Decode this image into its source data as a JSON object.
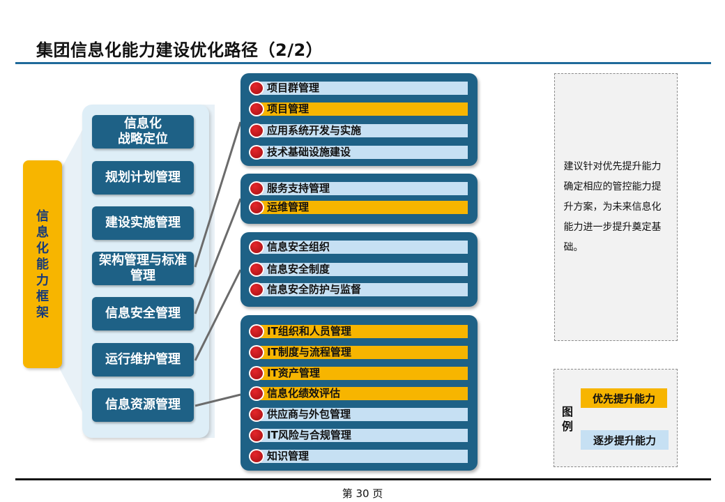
{
  "title": "集团信息化能力建设优化路径（2/2）",
  "framework_label": "信息化能力框架",
  "categories": [
    {
      "label": "信息化\n战略定位"
    },
    {
      "label": "规划计划管理"
    },
    {
      "label": "建设实施管理"
    },
    {
      "label": "架构管理与标准管理"
    },
    {
      "label": "信息安全管理"
    },
    {
      "label": "运行维护管理"
    },
    {
      "label": "信息资源管理"
    }
  ],
  "groups": [
    {
      "items": [
        {
          "label": "项目群管理",
          "level": "step"
        },
        {
          "label": "项目管理",
          "level": "priority"
        },
        {
          "label": "应用系统开发与实施",
          "level": "step"
        },
        {
          "label": "技术基础设施建设",
          "level": "step"
        }
      ]
    },
    {
      "items": [
        {
          "label": "服务支持管理",
          "level": "step"
        },
        {
          "label": "运维管理",
          "level": "priority"
        }
      ]
    },
    {
      "items": [
        {
          "label": "信息安全组织",
          "level": "step"
        },
        {
          "label": "信息安全制度",
          "level": "step"
        },
        {
          "label": "信息安全防护与监督",
          "level": "step"
        }
      ]
    },
    {
      "items": [
        {
          "label": "IT组织和人员管理",
          "level": "priority"
        },
        {
          "label": "IT制度与流程管理",
          "level": "priority"
        },
        {
          "label": "IT资产管理",
          "level": "priority"
        },
        {
          "label": "信息化绩效评估",
          "level": "priority"
        },
        {
          "label": "供应商与外包管理",
          "level": "step"
        },
        {
          "label": "IT风险与合规管理",
          "level": "step"
        },
        {
          "label": "知识管理",
          "level": "step"
        }
      ]
    }
  ],
  "note": "建议针对优先提升能力确定相应的管控能力提升方案，为未来信息化能力进一步提升奠定基础。",
  "legend": {
    "title": "图例",
    "priority_label": "优先提升能力",
    "step_label": "逐步提升能力"
  },
  "colors": {
    "priority": "#f7b500",
    "step": "#c6e0f3",
    "dark_blue": "#1e6186",
    "bullet_red": "#c8161b"
  },
  "page_number": "第 30 页"
}
